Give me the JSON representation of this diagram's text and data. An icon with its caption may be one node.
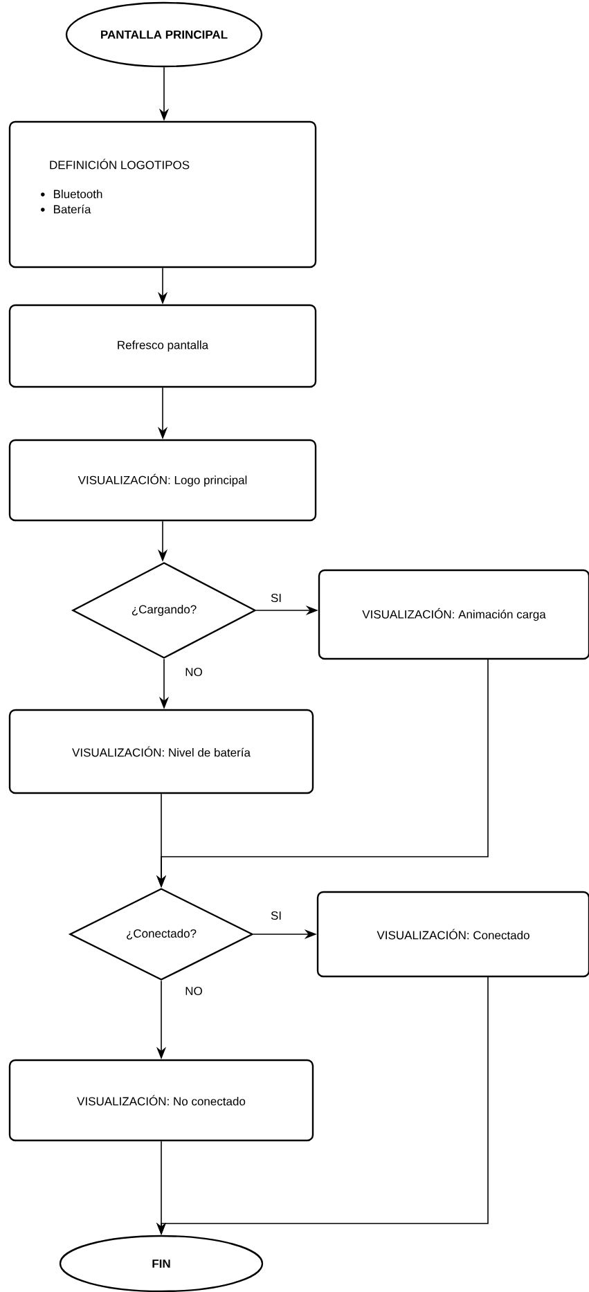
{
  "diagram": {
    "nodes": [
      {
        "text": [
          "PANTALLA PRINCIPAL"
        ]
      },
      {
        "text": [
          "DEFINICIÓN LOGOTIPOS",
          "Bluetooth",
          "Batería"
        ]
      },
      {
        "text": [
          "Refresco pantalla"
        ]
      },
      {
        "text": [
          "VISUALIZACIÓN: Logo principal"
        ]
      },
      {
        "text": [
          "¿Cargando?"
        ]
      },
      {
        "text": [
          "VISUALIZACIÓN: Animación carga"
        ]
      },
      {
        "text": [
          "VISUALIZACIÓN: Nivel de batería"
        ]
      },
      {
        "text": [
          "¿Conectado?"
        ]
      },
      {
        "text": [
          "VISUALIZACIÓN: Conectado"
        ]
      },
      {
        "text": [
          "VISUALIZACIÓN: No conectado"
        ]
      },
      {
        "text": [
          "FIN"
        ]
      }
    ],
    "edges": [
      {
        "from": 0,
        "to": 1,
        "arrow": "to"
      },
      {
        "from": 1,
        "to": 2,
        "arrow": "to"
      },
      {
        "from": 2,
        "to": 3,
        "arrow": "to"
      },
      {
        "from": 3,
        "to": 4,
        "arrow": "to"
      },
      {
        "from": 4,
        "to": 5,
        "arrow": "to",
        "label": "SI"
      },
      {
        "from": 4,
        "to": 6,
        "arrow": "to",
        "label": "NO"
      },
      {
        "from": 6,
        "to": 7,
        "arrow": "to"
      },
      {
        "from": 5,
        "to": 7,
        "arrow": "to"
      },
      {
        "from": 7,
        "to": 8,
        "arrow": "to",
        "label": "SI"
      },
      {
        "from": 7,
        "to": 9,
        "arrow": "to",
        "label": "NO"
      },
      {
        "from": 9,
        "to": 10,
        "arrow": "to"
      },
      {
        "from": 8,
        "to": 10,
        "arrow": "to"
      }
    ]
  }
}
